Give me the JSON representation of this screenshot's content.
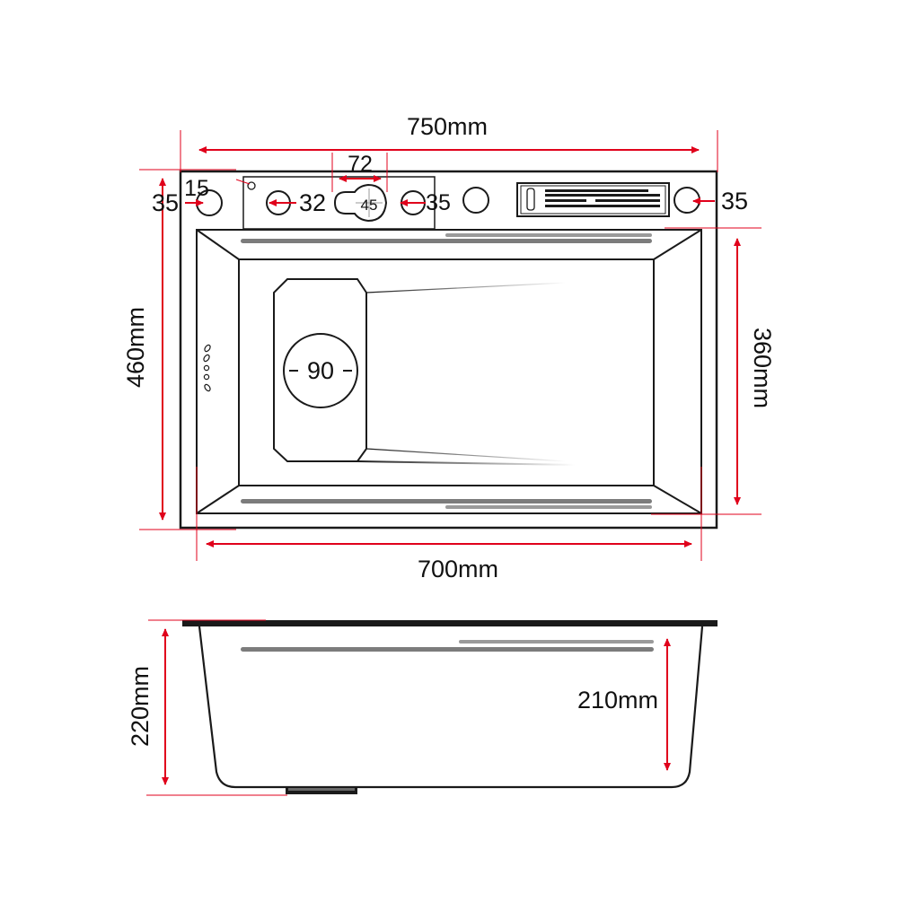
{
  "diagram": {
    "dimensions": {
      "overall_width": "750mm",
      "inner_width": "700mm",
      "overall_depth": "460mm",
      "bowl_depth": "360mm",
      "total_height": "220mm",
      "bowl_height": "210mm",
      "hole_spacing": "72",
      "corner_offset": "15",
      "left_margin": "35",
      "faucet_hole": "32",
      "mid_spacing": "35",
      "right_margin": "35",
      "hole_dia": "45",
      "drain_dia": "90"
    }
  },
  "colors": {
    "dimension_line": "#e0001b",
    "outline": "#1a1a1a",
    "slot": "#8a8a8a",
    "text": "#111111"
  }
}
